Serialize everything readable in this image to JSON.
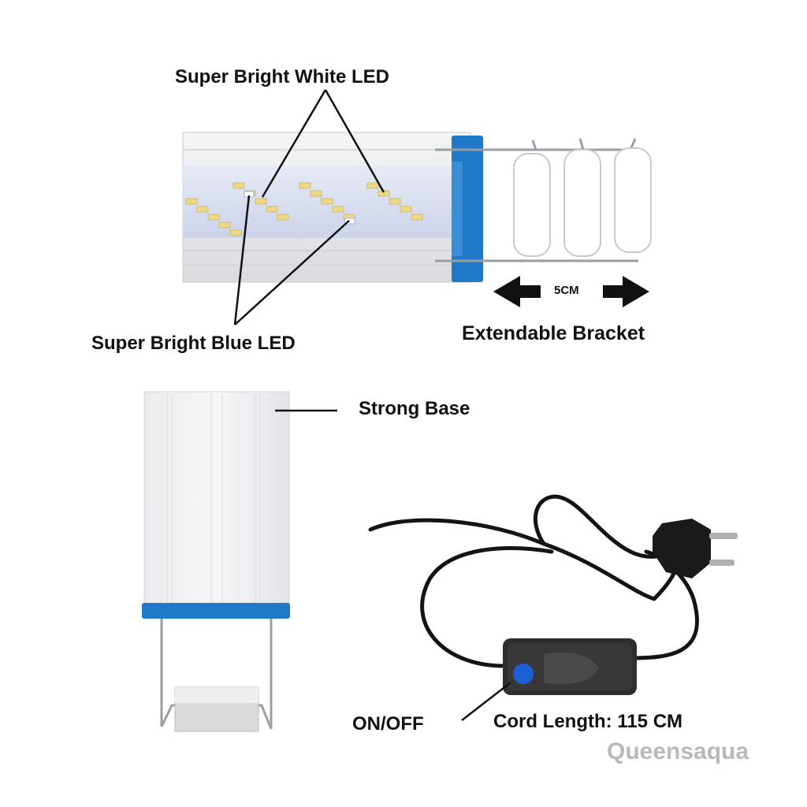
{
  "labels": {
    "white_led": "Super Bright White LED",
    "blue_led": "Super Bright Blue LED",
    "extend_distance": "5CM",
    "extendable_bracket": "Extendable Bracket",
    "strong_base": "Strong Base",
    "on_off": "ON/OFF",
    "cord_length": "Cord Length: 115 CM"
  },
  "watermark": "Queensaqua",
  "colors": {
    "accent_blue": "#1f78c8",
    "housing": "#e4e6ea",
    "text": "#111111",
    "watermark": "#b9b9b9"
  },
  "icons": [
    "arrow-left-icon",
    "arrow-right-icon",
    "power-button-icon",
    "plug-icon"
  ]
}
